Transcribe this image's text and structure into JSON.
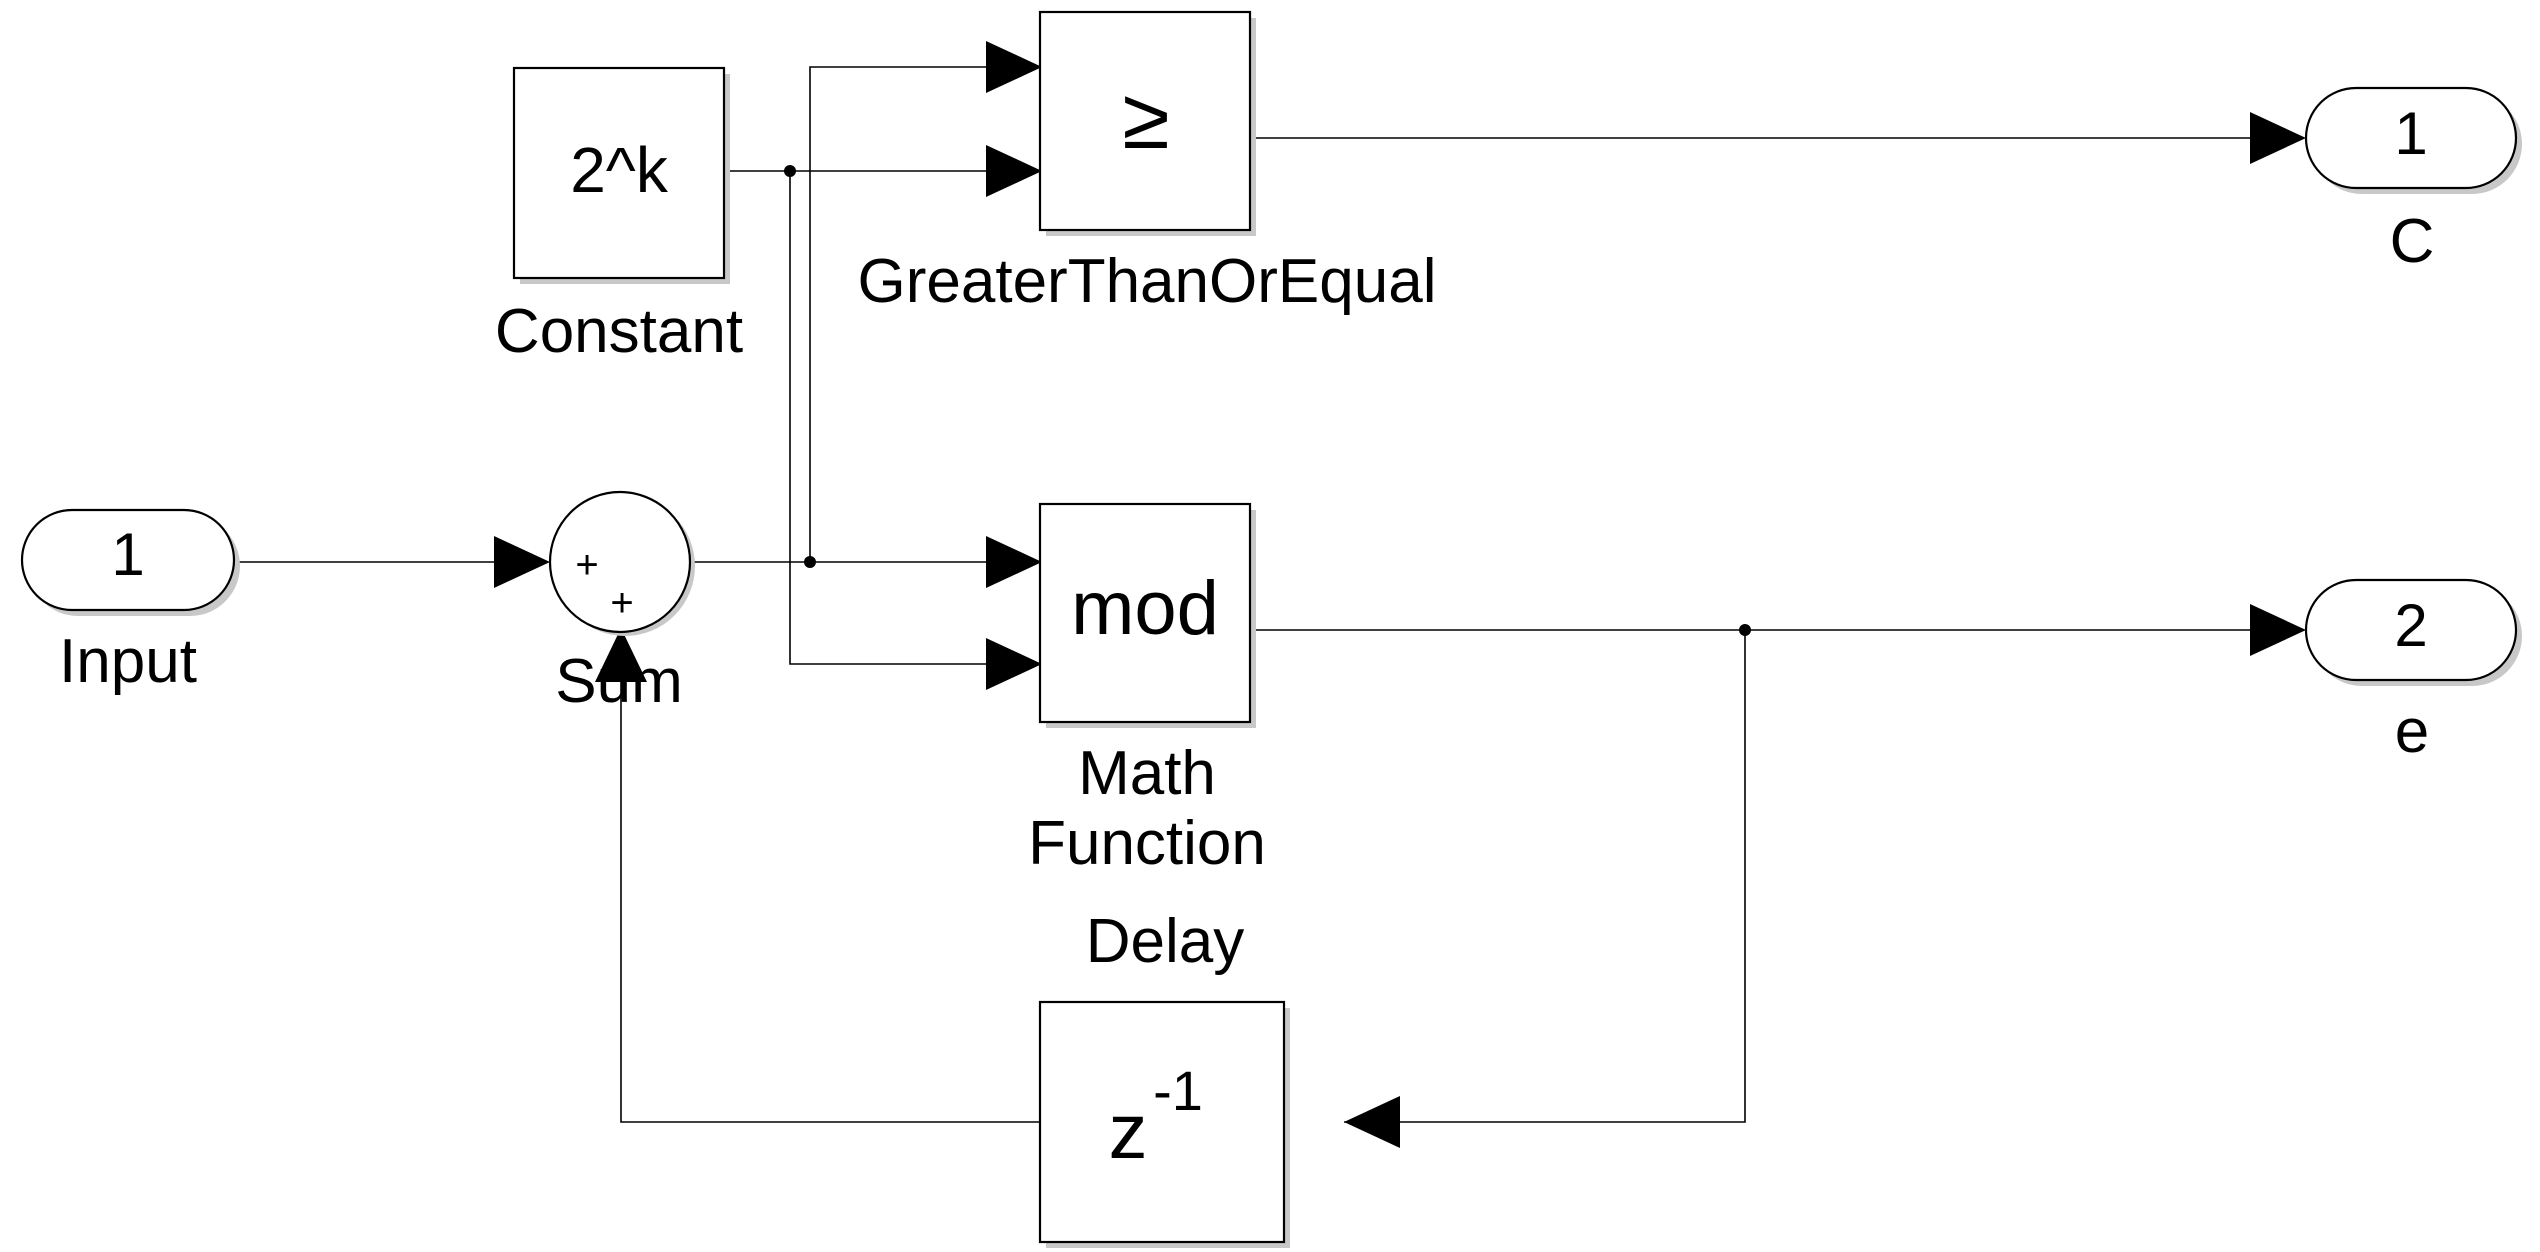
{
  "blocks": {
    "input_port": {
      "number": "1",
      "label": "Input"
    },
    "sum": {
      "sign1": "+",
      "sign2": "+",
      "label": "Sum"
    },
    "constant": {
      "value": "2^k",
      "label": "Constant"
    },
    "compare": {
      "symbol": "≥",
      "label": "GreaterThanOrEqual"
    },
    "math_function": {
      "op": "mod",
      "label_line1": "Math",
      "label_line2": "Function"
    },
    "delay": {
      "base": "z",
      "exponent": "-1",
      "label": "Delay"
    },
    "out_c": {
      "number": "1",
      "label": "C"
    },
    "out_e": {
      "number": "2",
      "label": "e"
    }
  }
}
